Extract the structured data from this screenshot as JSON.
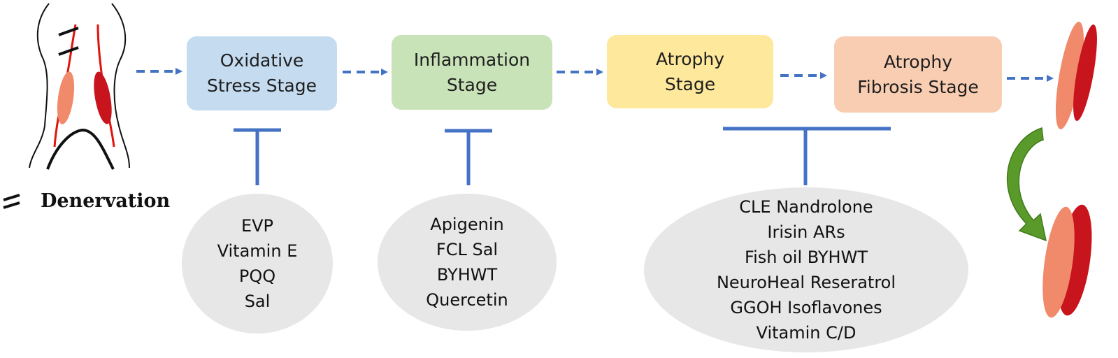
{
  "label": "Denervation",
  "stages": [
    {
      "text": "Oxidative\nStress Stage",
      "color": "#c5dbf0"
    },
    {
      "text": "Inflammation\nStage",
      "color": "#c9e3b8"
    },
    {
      "text": "Atrophy\nStage",
      "color": "#fde89c"
    },
    {
      "text": "Atrophy\nFibrosis Stage",
      "color": "#f8cdb2"
    }
  ],
  "treatments": [
    {
      "items": [
        "EVP",
        "Vitamin E",
        "PQQ",
        "Sal"
      ]
    },
    {
      "items": [
        "Apigenin",
        "FCL Sal",
        "BYHWT",
        "Quercetin"
      ]
    },
    {
      "items": [
        "CLE Nandrolone",
        "Irisin ARs",
        "Fish oil BYHWT",
        "NeuroHeal Reseratrol",
        "GGOH Isoflavones",
        "Vitamin C/D"
      ]
    }
  ],
  "colors": {
    "arrow": "#4472c4",
    "inhibit": "#4472c4",
    "nerve": "#e0140c",
    "muscle_light": "#f08a6a",
    "muscle_dark": "#c8141c",
    "curve_arrow": "#5a9a2a"
  },
  "icons": [
    "body-outline-icon",
    "nerve-cut-icon",
    "muscle-icon",
    "curved-arrow-icon"
  ]
}
